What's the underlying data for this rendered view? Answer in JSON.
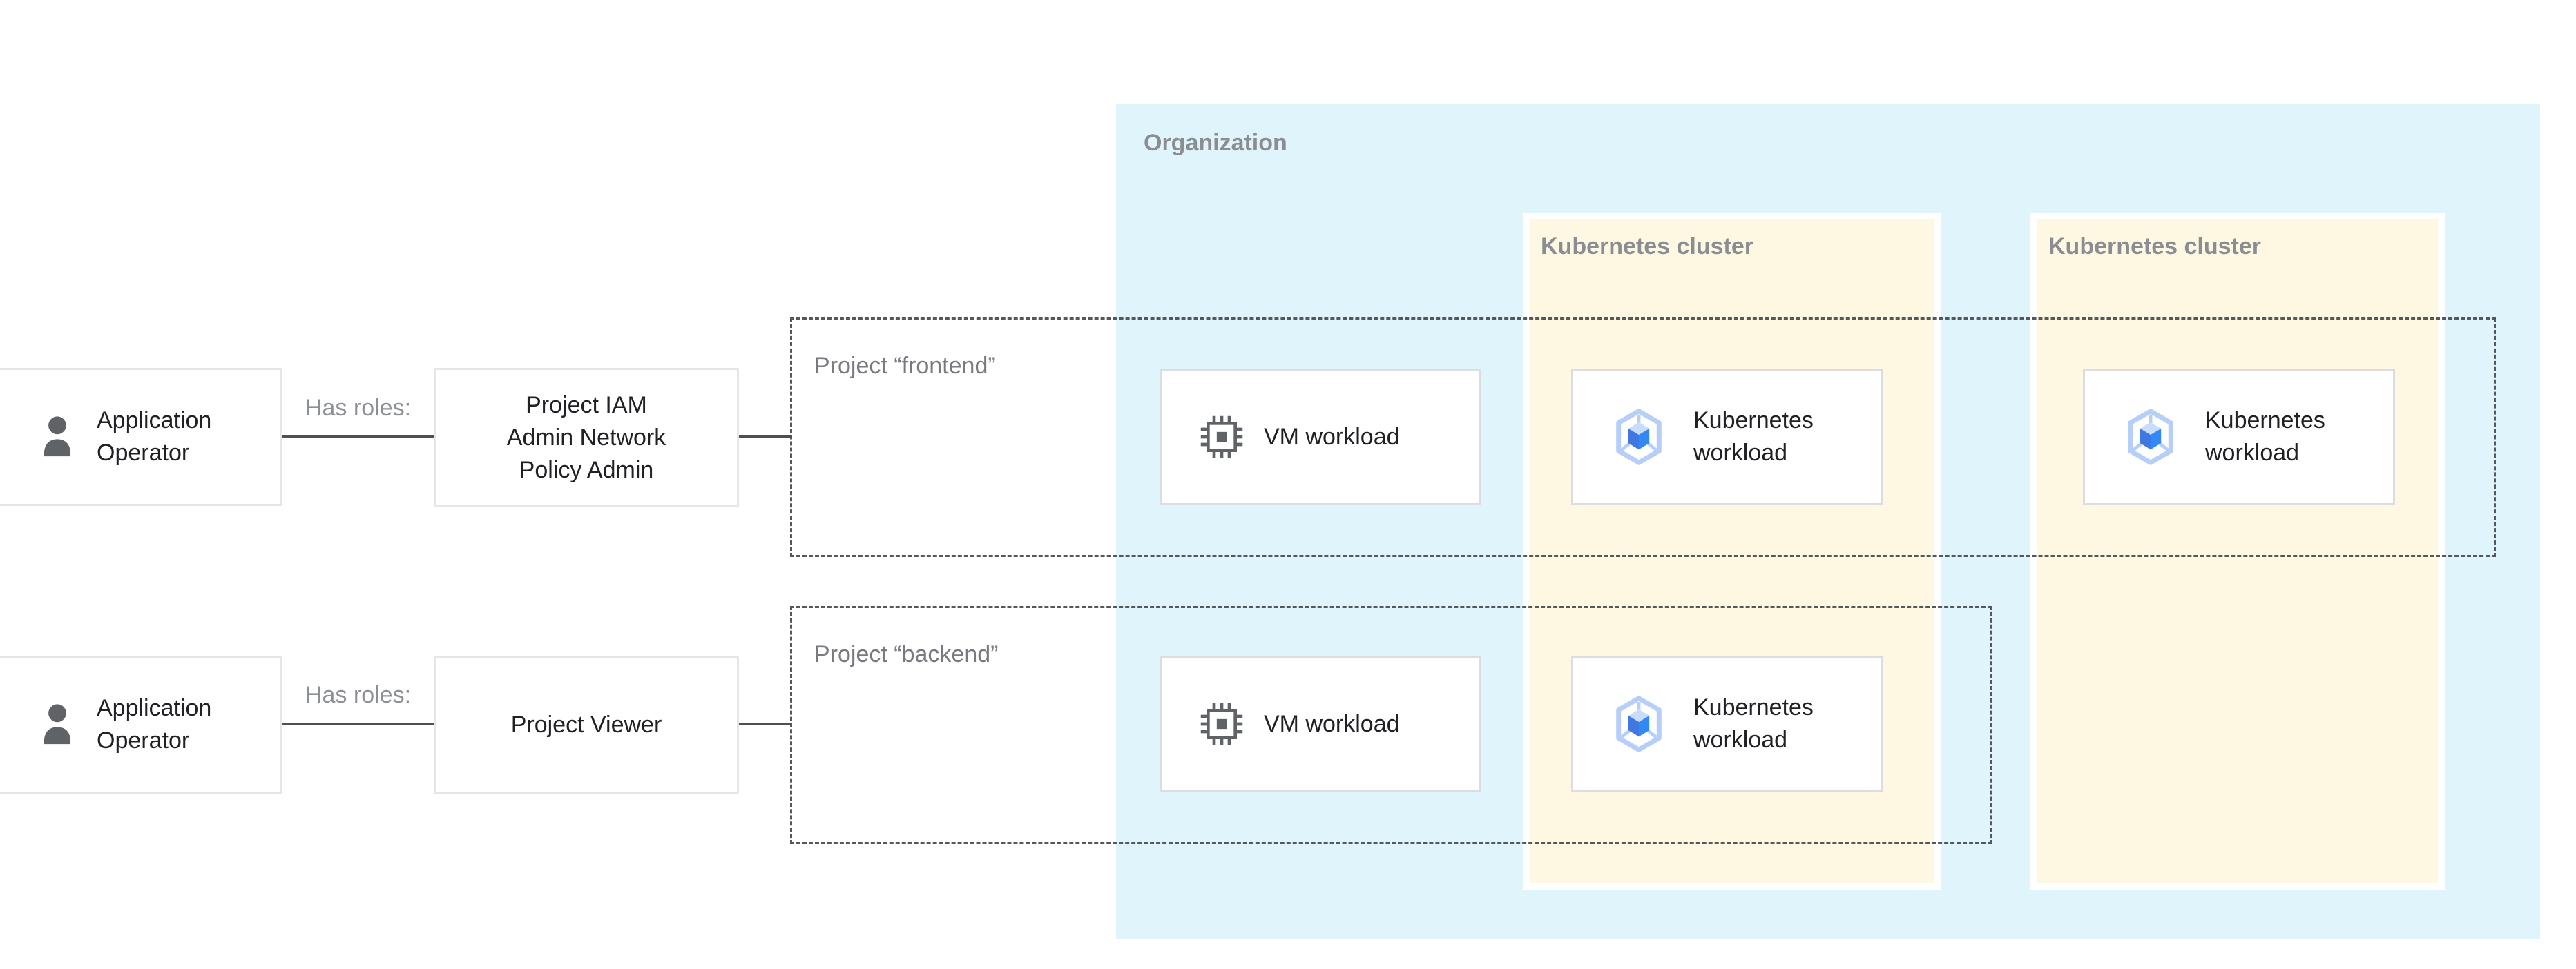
{
  "colors": {
    "org_bg": "#E0F4FB",
    "cluster_bg": "#FEF7E2",
    "box_border": "#DCDDE0",
    "panel_border": "#E6E6E6",
    "dashed_border": "#55585B",
    "connector": "#4D4F52",
    "heading_gray": "#8A8E92",
    "label_gray": "#8C9094",
    "project_gray": "#777A7E",
    "text_dark": "#202124",
    "icon_gray": "#5F6368",
    "gke_outline": "#B5CFFA",
    "gke_face_top": "#C9DDFB",
    "gke_face_left": "#4077E3",
    "gke_face_right": "#3389F4"
  },
  "organization": {
    "label": "Organization"
  },
  "clusters": [
    {
      "label": "Kubernetes cluster"
    },
    {
      "label": "Kubernetes cluster"
    }
  ],
  "projects": [
    {
      "label": "Project “frontend”"
    },
    {
      "label": "Project “backend”"
    }
  ],
  "actors": [
    {
      "label": "Application\nOperator"
    },
    {
      "label": "Application\nOperator"
    }
  ],
  "edges": [
    {
      "label": "Has roles:"
    },
    {
      "label": "Has roles:"
    }
  ],
  "roles": [
    {
      "label": "Project IAM\nAdmin Network\nPolicy Admin"
    },
    {
      "label": "Project Viewer"
    }
  ],
  "workloads": [
    {
      "label": "VM workload",
      "icon": "vm-chip-icon",
      "project": "frontend",
      "cluster": null
    },
    {
      "label": "Kubernetes\nworkload",
      "icon": "gke-hexagon-icon",
      "project": "frontend",
      "cluster": "cluster-1"
    },
    {
      "label": "Kubernetes\nworkload",
      "icon": "gke-hexagon-icon",
      "project": "frontend",
      "cluster": "cluster-2"
    },
    {
      "label": "VM workload",
      "icon": "vm-chip-icon",
      "project": "backend",
      "cluster": null
    },
    {
      "label": "Kubernetes\nworkload",
      "icon": "gke-hexagon-icon",
      "project": "backend",
      "cluster": "cluster-1"
    }
  ]
}
